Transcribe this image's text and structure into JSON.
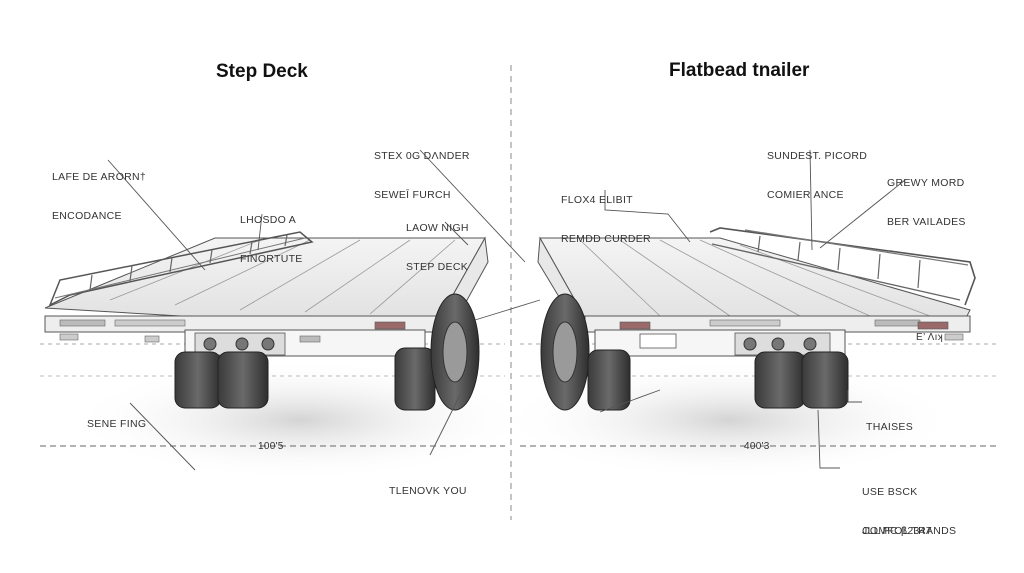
{
  "titles": {
    "left": "Step Deck",
    "right": "Flatbead tnailer"
  },
  "labels": {
    "lafe": [
      "LAFE DE ARORN†",
      "ENCODANCE"
    ],
    "lhosdo": [
      "LHOSDO A",
      "FINORTUTE"
    ],
    "stex": [
      "STEX 0G DΛNDER",
      "SEWEĪ FURCH"
    ],
    "laow": [
      "LAOW NIGH",
      "STEP DECK"
    ],
    "flox": [
      "FLOX4 ELIBIT",
      "REMDD CURDER"
    ],
    "sundest": [
      "SUNDEST. PICORD",
      "COMIER ANCE"
    ],
    "grewy": [
      "GREWY MORD",
      "BER VAILADES"
    ],
    "sene": [
      "SENE FING"
    ],
    "tlenovk": [
      "TLENOVK YOU"
    ],
    "thaises": [
      "THAISES"
    ],
    "usebsck": [
      "USE BSCK",
      "COMFOL TRANDS"
    ],
    "jll": [
      "JLL PC β2347"
    ]
  },
  "dimensions": {
    "left": "100'5",
    "right": "400'3"
  },
  "plate_text": "Ε’ Λıʞ"
}
